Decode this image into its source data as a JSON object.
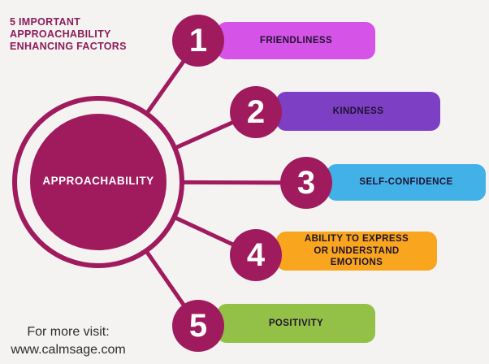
{
  "colors": {
    "background": "#f4f3f2",
    "accent": "#a01b5e",
    "title_text": "#8c1d59",
    "bar_text": "#1e1430",
    "number_text": "#ffffff",
    "center_text": "#ffffff",
    "footer_text": "#2f2b2c"
  },
  "title": {
    "text": "5 IMPORTANT APPROACHABILITY ENHANCING FACTORS"
  },
  "center": {
    "label": "APPROACHABILITY"
  },
  "factors": [
    {
      "number": "1",
      "label": "FRIENDLINESS",
      "bar_color": "#d553e6"
    },
    {
      "number": "2",
      "label": "KINDNESS",
      "bar_color": "#7d3fc4"
    },
    {
      "number": "3",
      "label": "SELF-CONFIDENCE",
      "bar_color": "#42b1e8"
    },
    {
      "number": "4",
      "label": "ABILITY TO EXPRESS OR UNDERSTAND EMOTIONS",
      "bar_color": "#f9a51d"
    },
    {
      "number": "5",
      "label": "POSITIVITY",
      "bar_color": "#93c046"
    }
  ],
  "footer": {
    "line1": "For more visit:",
    "line2": "www.calmsage.com"
  }
}
